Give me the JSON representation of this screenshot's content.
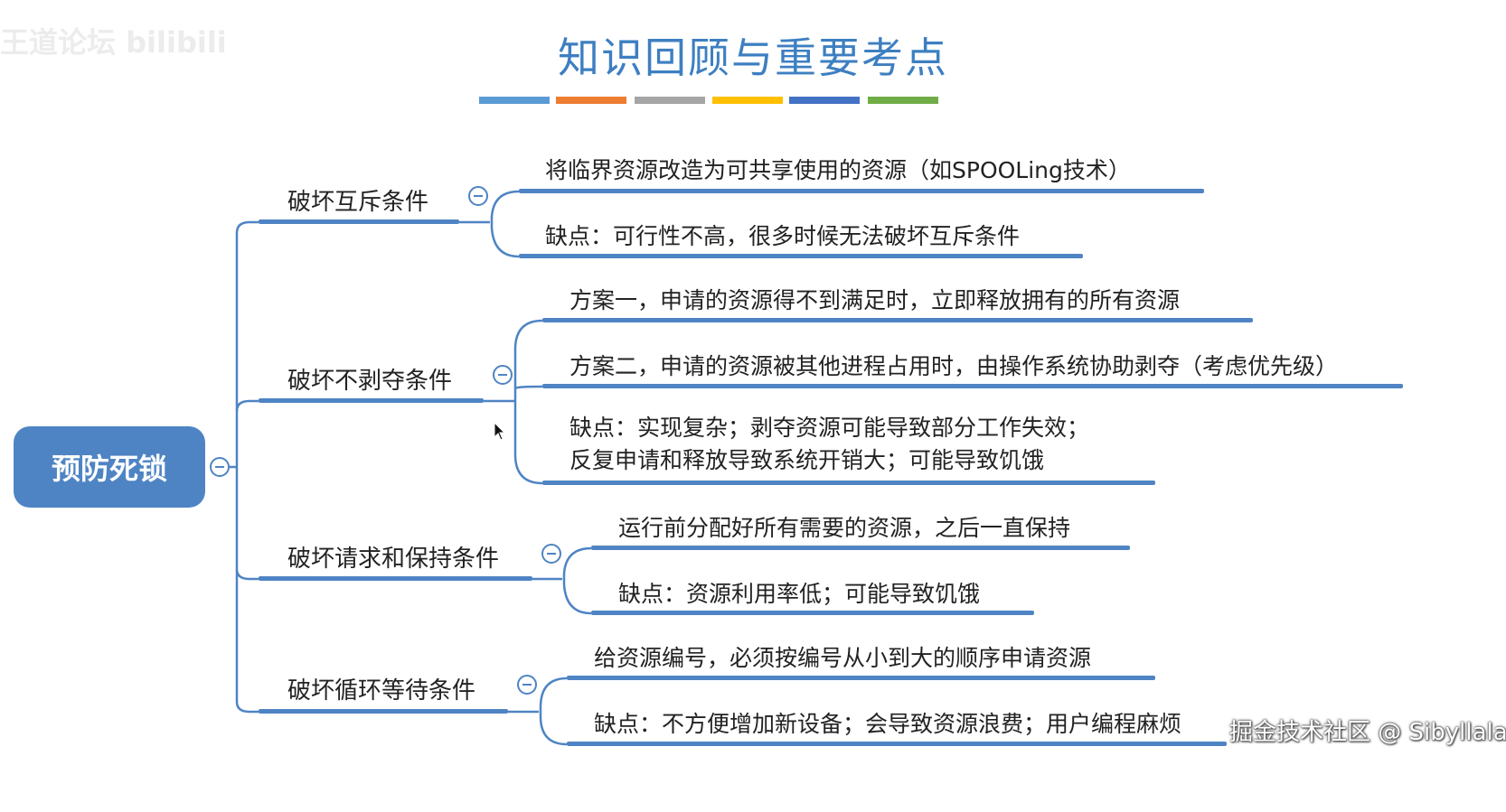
{
  "watermark_top_left": "王道论坛 bilibili",
  "watermark_bottom_right": "掘金技术社区 @ Sibyllala",
  "title": "知识回顾与重要考点",
  "color_stripes": [
    "#5b9bd5",
    "#ed7d31",
    "#a5a5a5",
    "#ffc000",
    "#4472c4",
    "#70ad47"
  ],
  "accent_color": "#4f84c4",
  "root": {
    "label": "预防死锁"
  },
  "branches": [
    {
      "label": "破坏互斥条件",
      "leaves": [
        "将临界资源改造为可共享使用的资源（如SPOOLing技术）",
        "缺点：可行性不高，很多时候无法破坏互斥条件"
      ]
    },
    {
      "label": "破坏不剥夺条件",
      "leaves": [
        "方案一，申请的资源得不到满足时，立即释放拥有的所有资源",
        "方案二，申请的资源被其他进程占用时，由操作系统协助剥夺（考虑优先级）",
        "缺点：实现复杂；剥夺资源可能导致部分工作失效；\n反复申请和释放导致系统开销大；可能导致饥饿"
      ]
    },
    {
      "label": "破坏请求和保持条件",
      "leaves": [
        "运行前分配好所有需要的资源，之后一直保持",
        "缺点：资源利用率低；可能导致饥饿"
      ]
    },
    {
      "label": "破坏循环等待条件",
      "leaves": [
        "给资源编号，必须按编号从小到大的顺序申请资源",
        "缺点：不方便增加新设备；会导致资源浪费；用户编程麻烦"
      ]
    }
  ]
}
